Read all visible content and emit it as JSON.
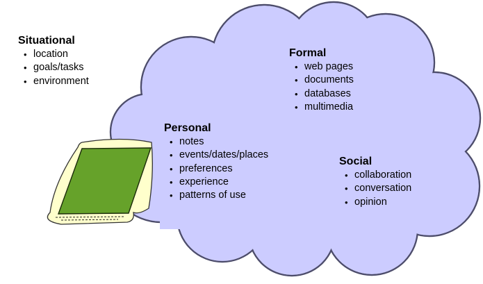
{
  "groups": {
    "situational": {
      "title": "Situational",
      "items": [
        "location",
        "goals/tasks",
        "environment"
      ]
    },
    "formal": {
      "title": "Formal",
      "items": [
        "web pages",
        "documents",
        "databases",
        "multimedia"
      ]
    },
    "personal": {
      "title": "Personal",
      "items": [
        "notes",
        "events/dates/places",
        "preferences",
        "experience",
        "patterns of use"
      ]
    },
    "social": {
      "title": "Social",
      "items": [
        "collaboration",
        "conversation",
        "opinion"
      ]
    }
  },
  "colors": {
    "cloud_fill": "#ccccff",
    "cloud_stroke": "#4d4d6b",
    "device_paper": "#ffffcc",
    "device_screen": "#66a22a"
  },
  "icons": [
    "cloud-shape",
    "laptop-device-icon"
  ]
}
